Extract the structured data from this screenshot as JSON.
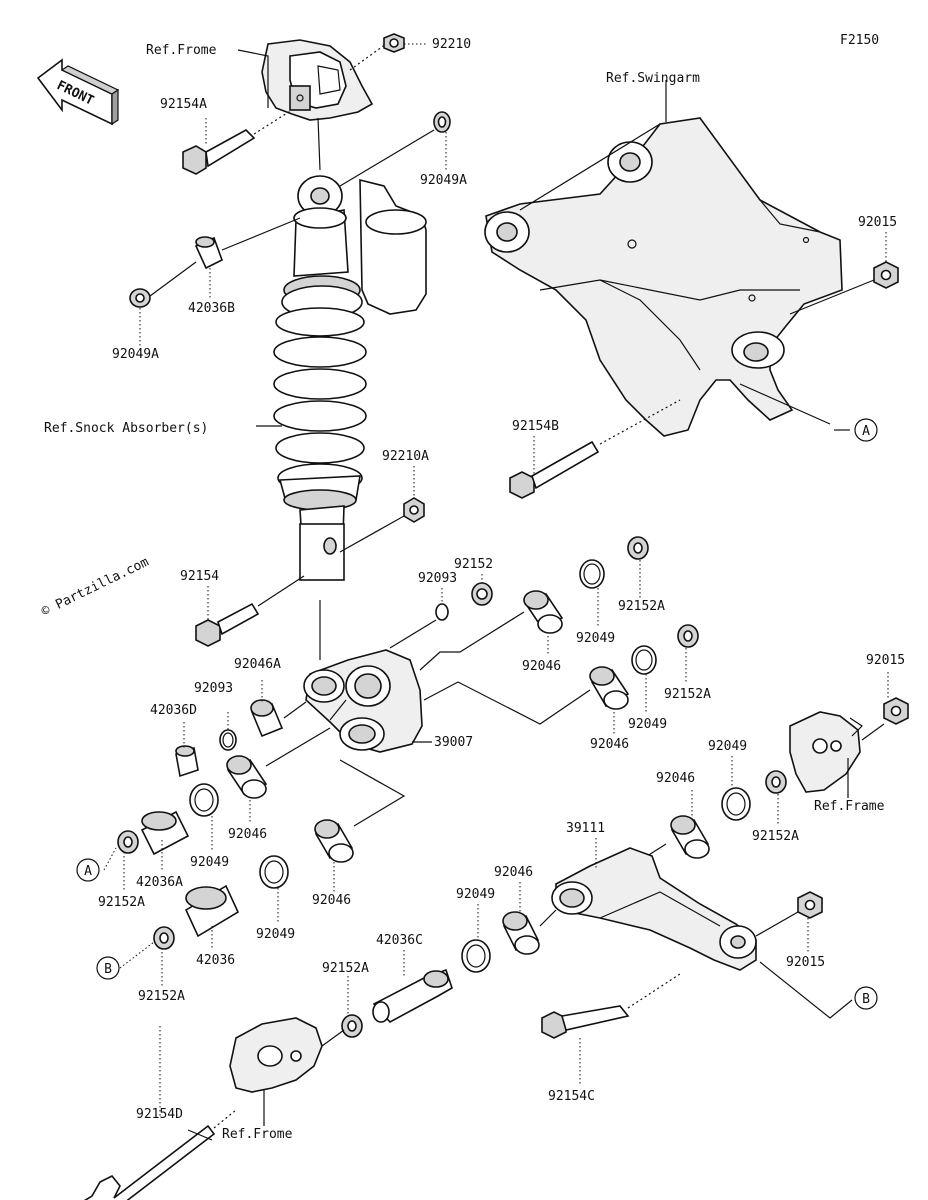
{
  "figure_code": "F2150",
  "watermark": "© Partzilla.com",
  "front_arrow": "FRONT",
  "refs": {
    "frame_top": "Ref.Frome",
    "swingarm": "Ref.Swingarm",
    "shock": "Ref.Snock Absorber(s)",
    "frame_right": "Ref.Frame",
    "frame_bottom": "Ref.Frome"
  },
  "markers": {
    "a": "A",
    "b": "B"
  },
  "parts": {
    "p92210": "92210",
    "p92154A": "92154A",
    "p92049A_1": "92049A",
    "p42036B": "42036B",
    "p92049A_2": "92049A",
    "p92015_1": "92015",
    "p92154B": "92154B",
    "p92210A": "92210A",
    "p92154": "92154",
    "p92152": "92152",
    "p92093_1": "92093",
    "p92152A_1": "92152A",
    "p92046A": "92046A",
    "p92093_2": "92093",
    "p92049_1": "92049",
    "p92046_1": "92046",
    "p92152A_2": "92152A",
    "p92015_2": "92015",
    "p42036D": "42036D",
    "p92049_2": "92049",
    "p92046_2": "92046",
    "p39007": "39007",
    "p92046_3": "92046",
    "p92049_3": "92049",
    "p92046_4": "92046",
    "p92046_5": "92046",
    "p39111": "39111",
    "p92152A_3": "92152A",
    "p92049_4": "92049",
    "p42036A": "42036A",
    "p92152A_4": "92152A",
    "p92046_6": "92046",
    "p92049_5": "92049",
    "p92049_6": "92049",
    "p42036": "42036",
    "p92152A_5": "92152A",
    "p42036C": "42036C",
    "p92152A_6": "92152A",
    "p92015_3": "92015",
    "p92154D": "92154D",
    "p92154C": "92154C"
  }
}
